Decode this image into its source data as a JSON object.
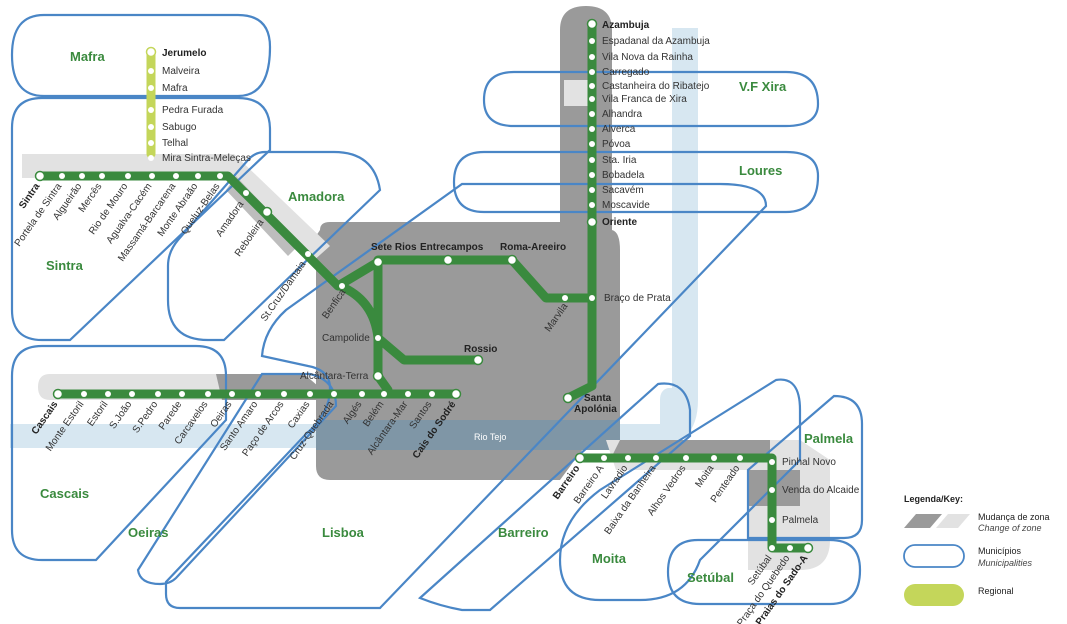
{
  "colors": {
    "line": "#3a8a3e",
    "regional": "#c4d65a",
    "zone_dark": "#9a9a9a",
    "zone_light": "#e2e2e2",
    "municipality": "#4a86c6",
    "river": "#d7e7f1",
    "river_dark": "#7f96a6"
  },
  "river_label": "Rio Tejo",
  "municipalities": {
    "mafra": "Mafra",
    "sintra": "Sintra",
    "amadora": "Amadora",
    "cascais": "Cascais",
    "oeiras": "Oeiras",
    "lisboa": "Lisboa",
    "barreiro": "Barreiro",
    "moita": "Moita",
    "setubal": "Setúbal",
    "palmela": "Palmela",
    "vfxira": "V.F Xira",
    "loures": "Loures"
  },
  "stations": {
    "jerumelo": "Jerumelo",
    "malveira": "Malveira",
    "mafra": "Mafra",
    "pedra_furada": "Pedra Furada",
    "sabugo": "Sabugo",
    "telhal": "Telhal",
    "mira_sintra": "Mira Sintra-Meleças",
    "sintra": "Sintra",
    "portela_sintra": "Portela de Sintra",
    "algueirao": "Algueirão",
    "merces": "Mercês",
    "rio_mouro": "Rio de Mouro",
    "agualva": "Agualva-Cacém",
    "massama": "Massamá-Barcarena",
    "monte_abraao": "Monte Abraão",
    "queluz": "Queluz-Belas",
    "amadora": "Amadora",
    "reboleira": "Reboleira",
    "st_cruz": "St.Cruz/Damaia",
    "benfica": "Benfica",
    "sete_rios": "Sete Rios",
    "entrecampos": "Entrecampos",
    "roma_areeiro": "Roma-Areeiro",
    "marvila": "Marvila",
    "braco_prata": "Braço de Prata",
    "campolide": "Campolide",
    "rossio": "Rossio",
    "alcantara_terra": "Alcântara-Terra",
    "cascais": "Cascais",
    "monte_estoril": "Monte Estoril",
    "estoril": "Estoril",
    "s_joao": "S.João",
    "s_pedro": "S.Pedro",
    "parede": "Parede",
    "carcavelos": "Carcavelos",
    "oeiras": "Oeiras",
    "santo_amaro": "Santo Amaro",
    "paco_arcos": "Paço de Arcos",
    "caxias": "Caxias",
    "cruz_quebrada": "Cruz-Quebrada",
    "alges": "Algés",
    "belem": "Belém",
    "alcantara_mar": "Alcântara-Mar",
    "santos": "Santos",
    "cais_sodre": "Cais do Sodré",
    "azambuja": "Azambuja",
    "espadanal": "Espadanal da Azambuja",
    "vila_nova_rainha": "Vila Nova da Rainha",
    "carregado": "Carregado",
    "castanheira": "Castanheira do Ribatejo",
    "vf_xira": "Vila Franca de Xira",
    "alhandra": "Alhandra",
    "alverca": "Alverca",
    "povoa": "Póvoa",
    "sta_iria": "Sta. Iria",
    "bobadela": "Bobadela",
    "sacavem": "Sacavém",
    "moscavide": "Moscavide",
    "oriente": "Oriente",
    "santa_apolonia_1": "Santa",
    "santa_apolonia_2": "Apolónia",
    "barreiro": "Barreiro",
    "barreiro_a": "Barreiro A",
    "lavradio": "Lavradio",
    "baixa_banheira": "Baixa da Banheira",
    "alhos_vedros": "Alhos Vedros",
    "moita": "Moita",
    "penteado": "Penteado",
    "pinhal_novo": "Pinhal Novo",
    "venda_alcaide": "Venda do Alcaide",
    "palmela": "Palmela",
    "setubal": "Setúbal",
    "praca_quebedo": "Praça do Quebedo",
    "praias_sado": "Praias do Sado-A"
  },
  "legend": {
    "title": "Legenda/Key:",
    "zone_pt": "Mudança de zona",
    "zone_en": "Change of zone",
    "muni_pt": "Municípios",
    "muni_en": "Municipalities",
    "regional": "Regional"
  }
}
